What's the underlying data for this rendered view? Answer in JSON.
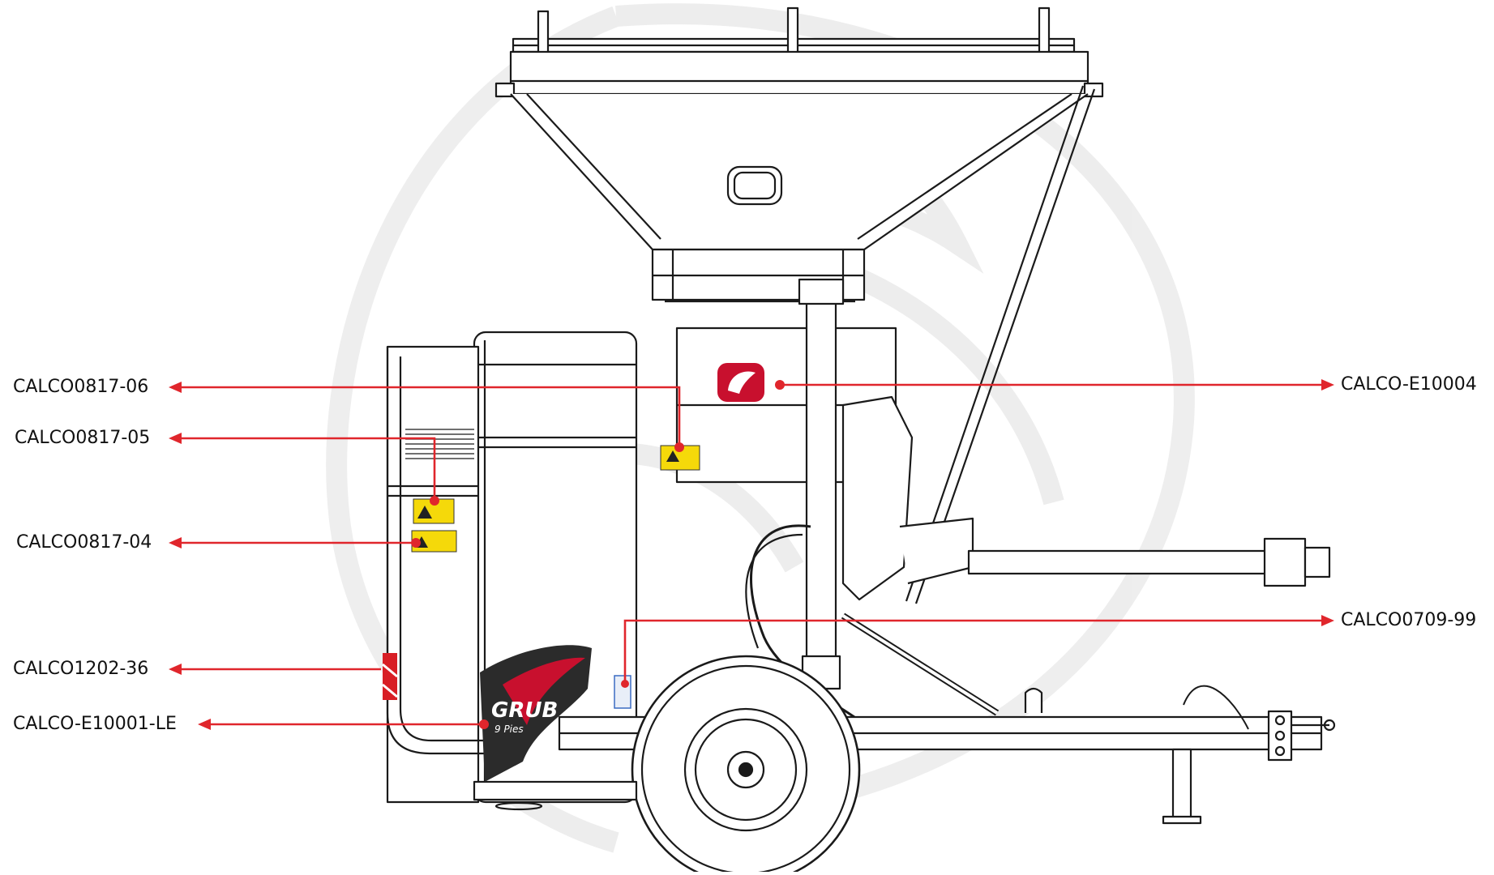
{
  "callouts": [
    {
      "id": "c1",
      "label": "CALCO0817-06"
    },
    {
      "id": "c2",
      "label": "CALCO0817-05"
    },
    {
      "id": "c3",
      "label": "CALCO0817-04"
    },
    {
      "id": "c4",
      "label": "CALCO1202-36"
    },
    {
      "id": "c5",
      "label": "CALCO-E10001-LE"
    },
    {
      "id": "c6",
      "label": "CALCO-E10004"
    },
    {
      "id": "c7",
      "label": "CALCO0709-99"
    }
  ],
  "decal": {
    "brand": "GRUB",
    "subtitle": "9 Pies"
  },
  "colors": {
    "leader": "#e0262c",
    "line": "#1a1a1a",
    "decal_yellow": "#f5d90a",
    "watermark": "#ececec",
    "decal_red": "#c8102e"
  }
}
